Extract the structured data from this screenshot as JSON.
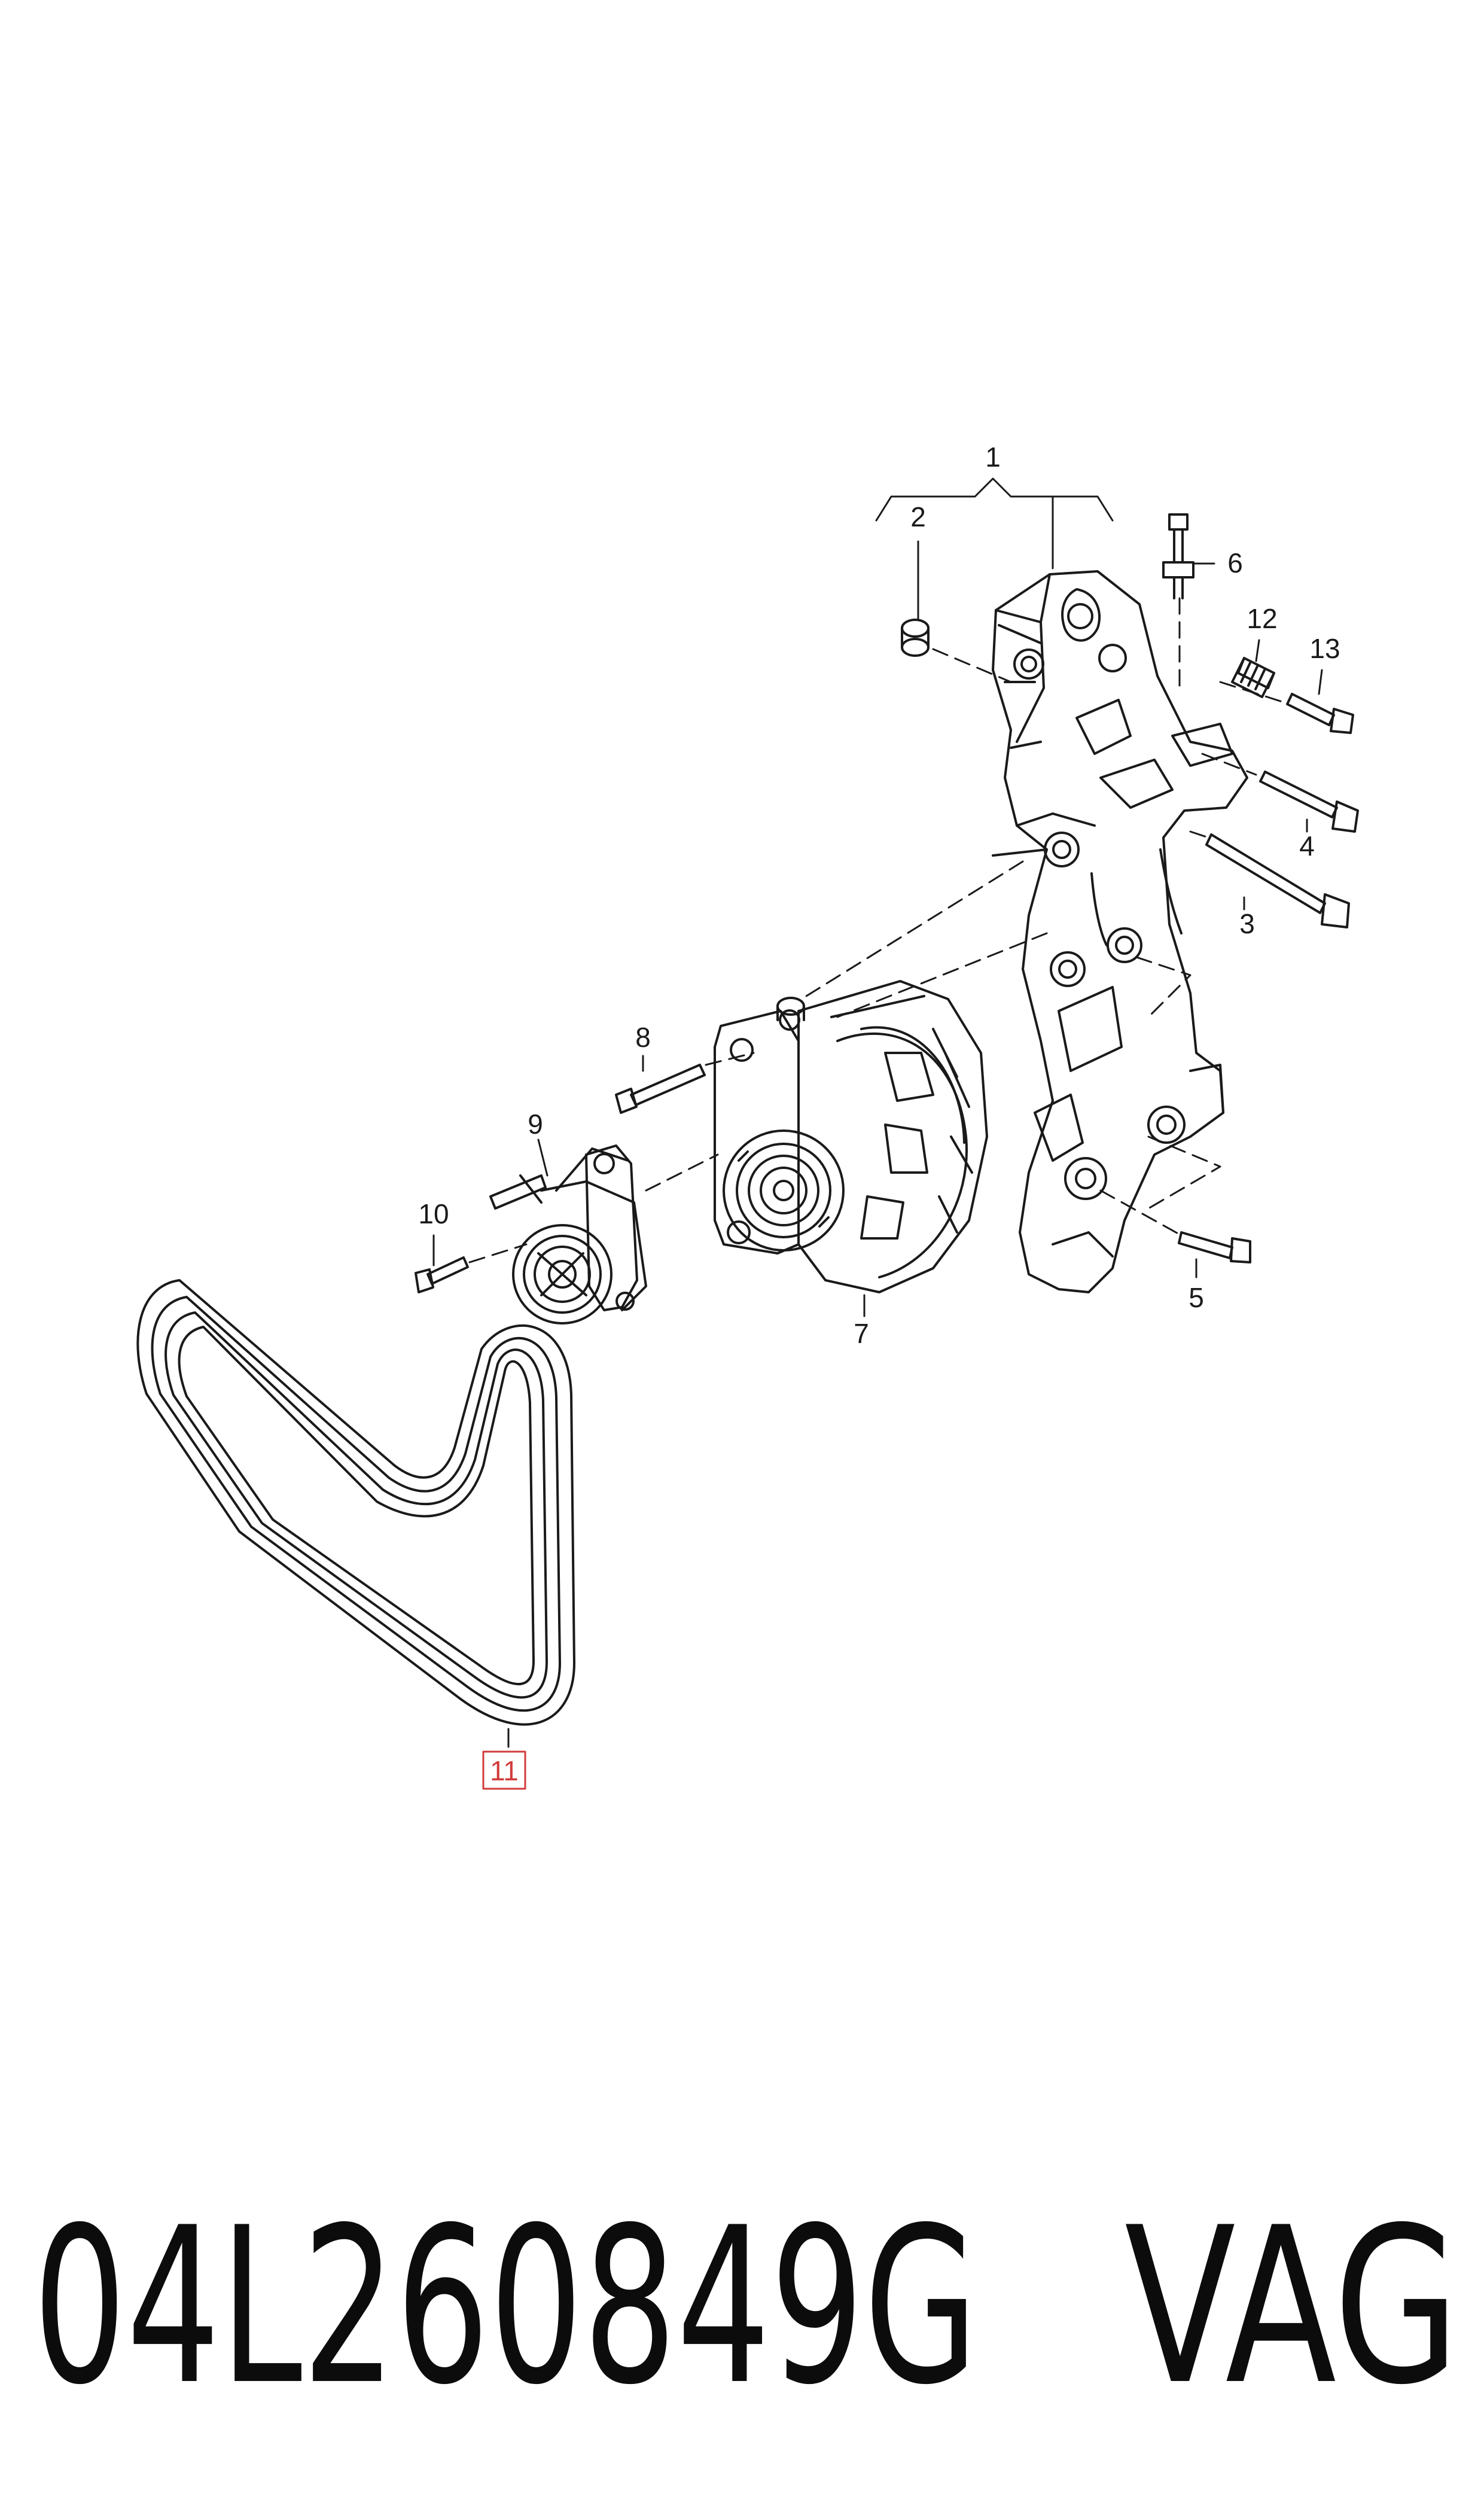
{
  "callouts": {
    "c1": "1",
    "c2": "2",
    "c3": "3",
    "c4": "4",
    "c5": "5",
    "c6": "6",
    "c7": "7",
    "c8": "8",
    "c9": "9",
    "c10": "10",
    "c11": "11",
    "c12": "12",
    "c13": "13"
  },
  "footer": {
    "part_number": "04L260849G",
    "brand": "VAG"
  },
  "colors": {
    "line": "#1a1a1a",
    "highlight": "#d23b3b",
    "background": "#ffffff"
  }
}
